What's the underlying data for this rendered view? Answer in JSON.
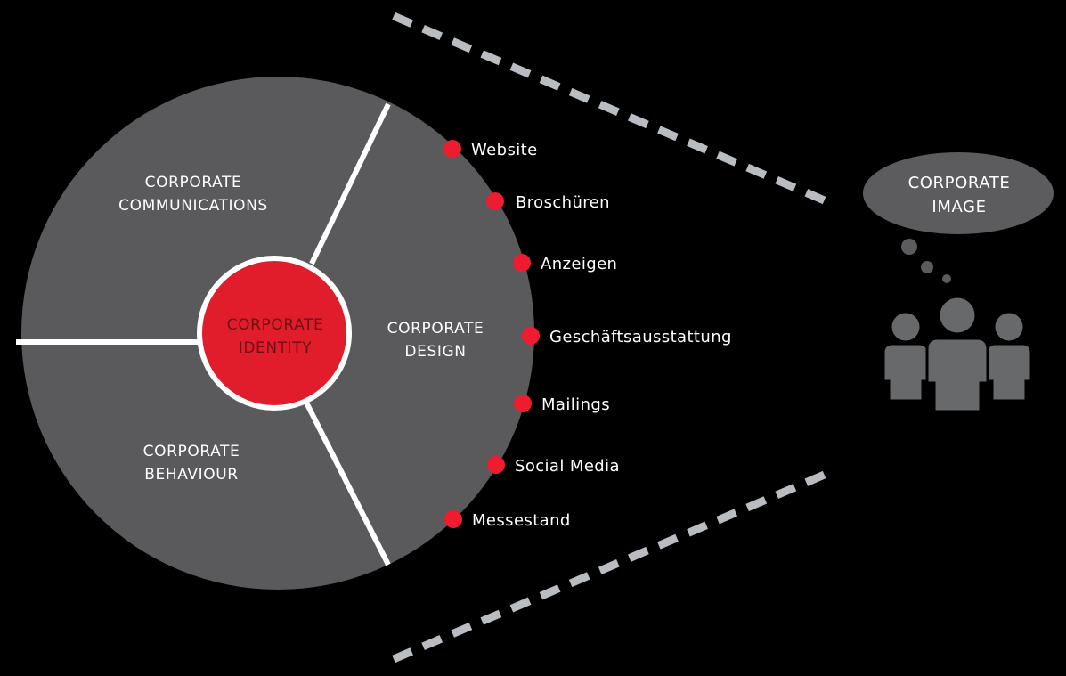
{
  "colors": {
    "background": "#000000",
    "segment": "#5a5a5c",
    "divider": "#ffffff",
    "core": "#e11d2b",
    "core_text": "#6b0f14",
    "bullet": "#ee1c2e",
    "dashes": "#b9bcc0",
    "image_bubble": "#5c5c5e",
    "people": "#68696b"
  },
  "segments": {
    "communications": {
      "line1": "CORPORATE",
      "line2": "COMMUNICATIONS"
    },
    "behaviour": {
      "line1": "CORPORATE",
      "line2": "BEHAVIOUR"
    },
    "design": {
      "line1": "CORPORATE",
      "line2": "DESIGN"
    }
  },
  "core": {
    "line1": "CORPORATE",
    "line2": "IDENTITY"
  },
  "design_items": [
    "Website",
    "Broschüren",
    "Anzeigen",
    "Geschäftsausstattung",
    "Mailings",
    "Social Media",
    "Messestand"
  ],
  "image_bubble": {
    "line1": "CORPORATE",
    "line2": "IMAGE"
  },
  "icons": {
    "audience": "people-group-icon",
    "thought": "thought-bubble-icon"
  }
}
